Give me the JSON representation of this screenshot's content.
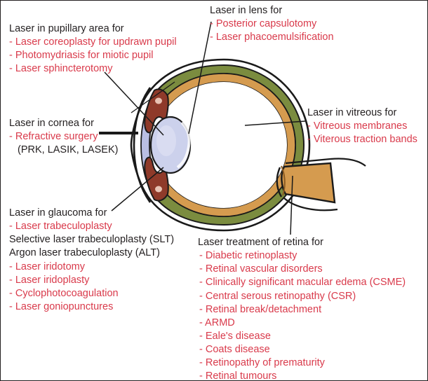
{
  "diagram": {
    "subject": "eye-cross-section",
    "colors": {
      "heading_text": "#231f20",
      "item_text": "#d93a4b",
      "sclera": "#ffffff",
      "choroid": "#7b8c3f",
      "retina": "#d59b4f",
      "iris": "#8f3a2a",
      "lens": "#c7cbe8",
      "cornea": "#b9bee3",
      "optic_nerve": "#d59b4f",
      "outline": "#1a1a1a"
    },
    "parts": [
      "cornea",
      "iris",
      "lens",
      "sclera",
      "choroid",
      "retina",
      "vitreous",
      "optic nerve"
    ]
  },
  "labels": {
    "pupillary": {
      "heading": "Laser in pupillary area for",
      "items": [
        "- Laser coreoplasty for updrawn pupil",
        "- Photomydriasis for miotic pupil",
        "- Laser sphincterotomy"
      ]
    },
    "cornea": {
      "heading": "Laser in cornea for",
      "items": [
        "- Refractive surgery"
      ],
      "sub": "(PRK, LASIK, LASEK)"
    },
    "glaucoma": {
      "heading": "Laser in glaucoma for",
      "items": [
        "- Laser trabeculoplasty"
      ],
      "plain": [
        "Selective laser trabeculoplasty (SLT)",
        "Argon laser trabeculoplasty (ALT)"
      ],
      "items2": [
        "- Laser iridotomy",
        "- Laser iridoplasty",
        "- Cyclophotocoagulation",
        "- Laser goniopunctures"
      ]
    },
    "lens": {
      "heading": "Laser in lens for",
      "items": [
        "- Posterior capsulotomy",
        "- Laser phacoemulsification"
      ]
    },
    "vitreous": {
      "heading": "Laser in vitreous for",
      "items": [
        "- Vitreous membranes",
        "- Viterous traction bands"
      ]
    },
    "retina": {
      "heading": "Laser treatment of retina for",
      "items": [
        "-  Diabetic retinoplasty",
        "-  Retinal vascular disorders",
        "-  Clinically significant macular edema (CSME)",
        "-  Central serous retinopathy (CSR)",
        "-  Retinal break/detachment",
        "-  ARMD",
        "-  Eale's disease",
        "-  Coats disease",
        "-  Retinopathy of prematurity",
        "-  Retinal tumours"
      ]
    }
  }
}
